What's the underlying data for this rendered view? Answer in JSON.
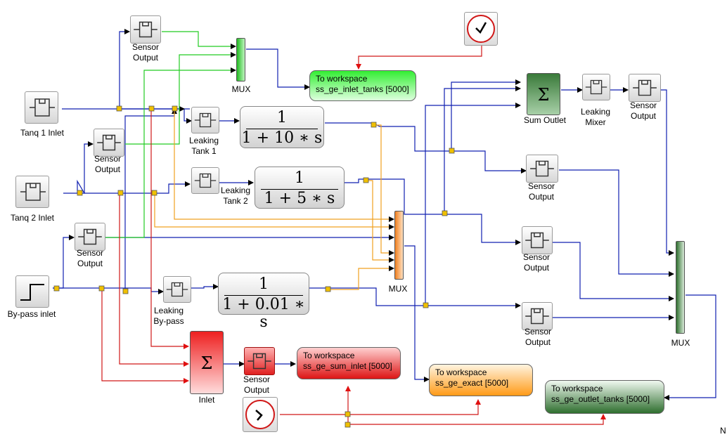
{
  "diagram": {
    "title": "",
    "sensor_label": "Sensor\nOutput",
    "mux_label": "MUX",
    "tank1_inlet": "Tanq 1 Inlet",
    "tank2_inlet": "Tanq 2 Inlet",
    "bypass_inlet": "By-pass inlet",
    "leaking_tank1": "Leaking\nTank 1",
    "leaking_tank2": "Leaking\nTank 2",
    "leaking_bypass": "Leaking\nBy-pass",
    "leaking_mixer": "Leaking\nMixer",
    "sum_outlet": "Sum Outlet",
    "sum_inlet": "Inlet",
    "sum_symbol": "Σ",
    "tf1": {
      "numerator": "1",
      "denominator": "1 + 10 ∗ s"
    },
    "tf2": {
      "numerator": "1",
      "denominator": "1 + 5 ∗ s"
    },
    "tf3": {
      "numerator": "1",
      "denominator": "1 + 0.01 ∗ s"
    },
    "ws_inlet_tanks": "To workspace\nss_ge_inlet_tanks [5000]",
    "ws_sum_inlet": "To workspace\nss_ge_sum_inlet [5000]",
    "ws_exact": "To workspace\nss_ge_exact [5000]",
    "ws_outlet_tanks": "To workspace\nss_ge_outlet_tanks [5000]",
    "corner_text": "N"
  },
  "colors": {
    "blue_link": "#1020b0",
    "green_link": "#22cc22",
    "orange_link": "#f0a020",
    "red_link": "#d01818",
    "split_point": "#f0c000",
    "green_ws": "#33ee33",
    "red_ws": "#ee2222",
    "orange_ws": "#ffa020",
    "dark_green_ws": "#2f6f2f"
  }
}
